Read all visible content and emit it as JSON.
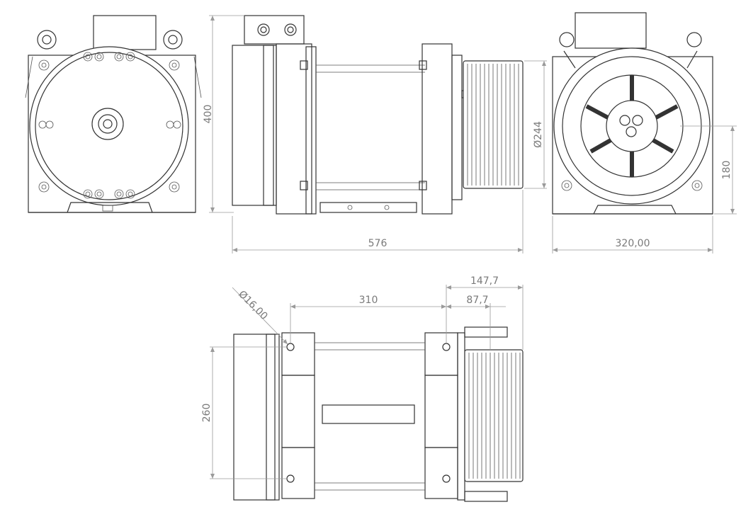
{
  "dimensions": {
    "front_height": "400",
    "overall_length": "576",
    "sheave_diameter": "Ø244",
    "shaft_height": "180",
    "rear_width": "320,00",
    "hole_diameter": "Ø16,00",
    "hole_spacing_length": "310",
    "sheave_offset_outer": "147,7",
    "sheave_offset_inner": "87,7",
    "hole_spacing_width": "260"
  }
}
